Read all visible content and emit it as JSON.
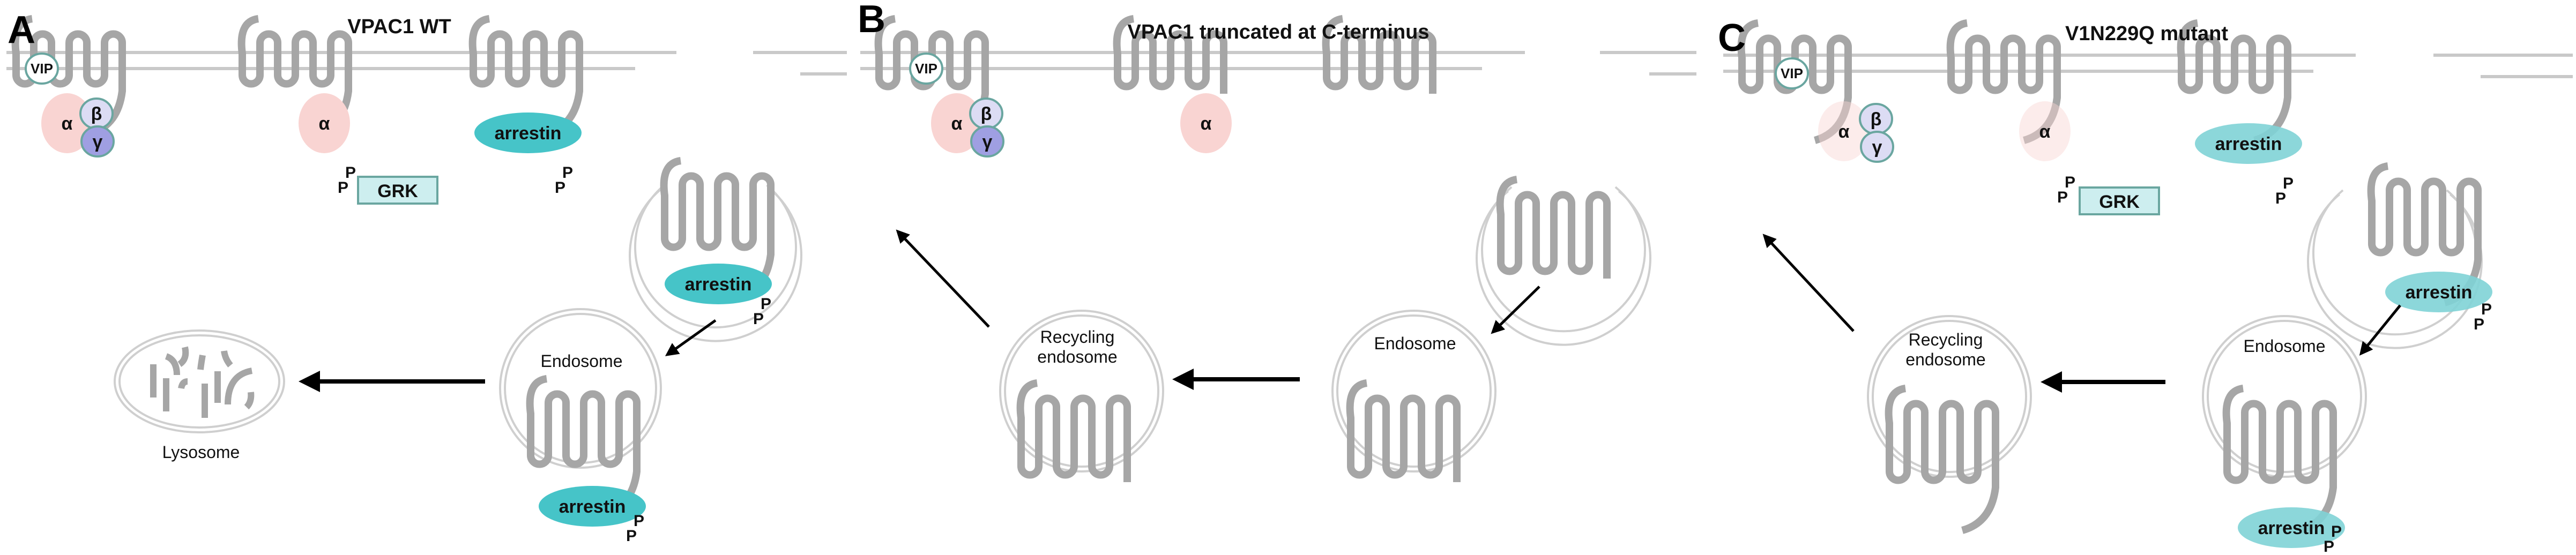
{
  "figure": {
    "colors": {
      "receptor": "#a6a6a6",
      "membrane": "#c9c9c9",
      "vesicle": "#cfcfcf",
      "g_alpha": "#f9d4d2",
      "g_beta": "#dcdcf4",
      "g_gamma": "#9f9fe2",
      "subunit_outline": "#6aa6a0",
      "arrestin": "#46c4c8",
      "arrestin_light": "#7fd3d6",
      "grk_fill": "#cdeeef",
      "grk_outline": "#6aa6a0",
      "vip_outline": "#6aa6a0",
      "arrow": "#000000"
    },
    "panels": [
      {
        "letter": "A",
        "title": "VPAC1 WT",
        "labels": {
          "vip": "VIP",
          "alpha": "α",
          "beta": "β",
          "gamma": "γ",
          "grk": "GRK",
          "arrestin": "arrestin",
          "phospho": "P",
          "endosome": "Endosome",
          "lysosome": "Lysosome"
        },
        "pathway": [
          "plasma membrane",
          "endocytic pit",
          "Endosome",
          "Lysosome"
        ]
      },
      {
        "letter": "B",
        "title": "VPAC1 truncated at C-terminus",
        "labels": {
          "vip": "VIP",
          "alpha": "α",
          "beta": "β",
          "gamma": "γ",
          "endosome": "Endosome",
          "recycling_line1": "Recycling",
          "recycling_line2": "endosome"
        },
        "pathway": [
          "plasma membrane",
          "endocytic pit",
          "Endosome",
          "Recycling endosome",
          "plasma membrane"
        ]
      },
      {
        "letter": "C",
        "title": "V1N229Q mutant",
        "labels": {
          "vip": "VIP",
          "alpha": "α",
          "beta": "β",
          "gamma": "γ",
          "grk": "GRK",
          "arrestin": "arrestin",
          "phospho": "P",
          "endosome": "Endosome",
          "recycling_line1": "Recycling",
          "recycling_line2": "endosome"
        },
        "pathway": [
          "plasma membrane",
          "endocytic pit",
          "Endosome",
          "Recycling endosome",
          "plasma membrane"
        ]
      }
    ]
  }
}
